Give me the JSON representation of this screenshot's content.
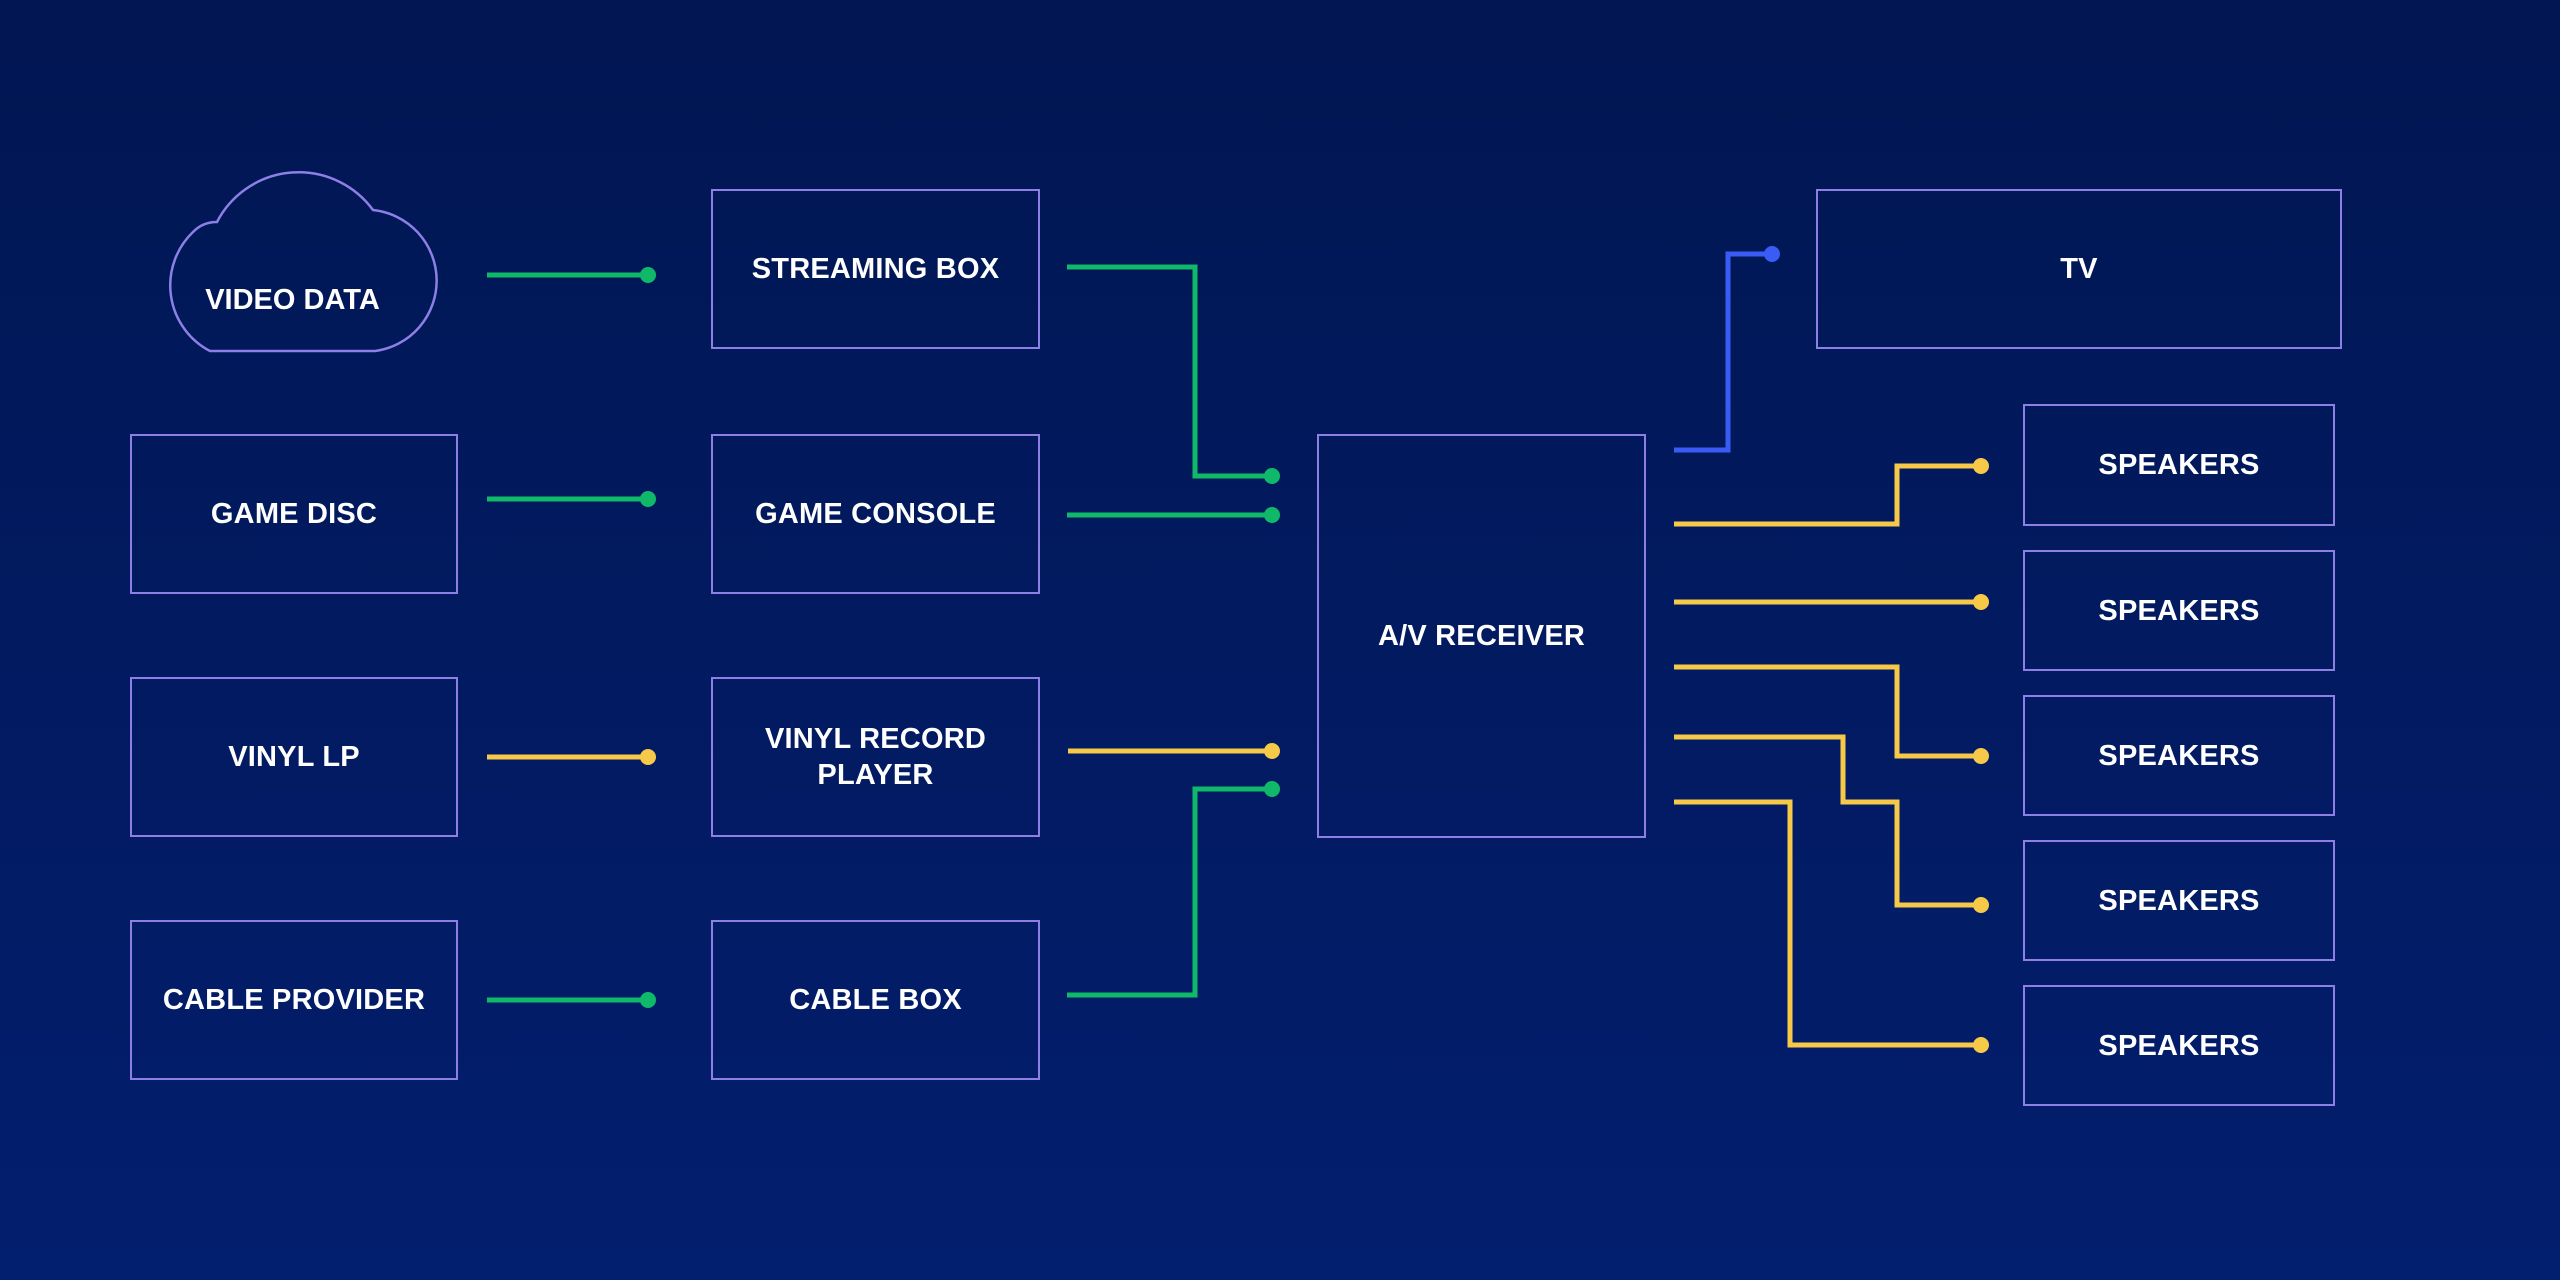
{
  "colors": {
    "background_top": "#011652",
    "background_bottom": "#021e6e",
    "box_border": "#8d7fe6",
    "label": "#ffffff",
    "video_link": "#10b96a",
    "audio_link": "#f7c948",
    "display_link": "#3a5cf5"
  },
  "sources": {
    "video_data": "VIDEO DATA",
    "game_disc": "GAME DISC",
    "vinyl_lp": "VINYL LP",
    "cable_provider": "CABLE PROVIDER"
  },
  "devices": {
    "streaming_box": "STREAMING BOX",
    "game_console": "GAME CONSOLE",
    "vinyl_record_player_line1": "VINYL RECORD",
    "vinyl_record_player_line2": "PLAYER",
    "cable_box": "CABLE BOX"
  },
  "hub": {
    "av_receiver": "A/V RECEIVER"
  },
  "outputs": {
    "tv": "TV",
    "speakers": [
      "SPEAKERS",
      "SPEAKERS",
      "SPEAKERS",
      "SPEAKERS",
      "SPEAKERS"
    ]
  }
}
